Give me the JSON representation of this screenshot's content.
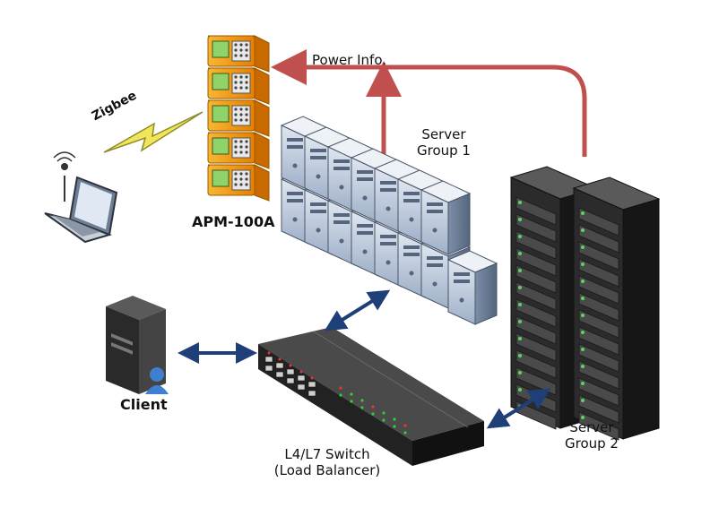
{
  "labels": {
    "power_info": "Power Info.",
    "zigbee": "Zigbee",
    "apm": "APM-100A",
    "server_group1_line1": "Server",
    "server_group1_line2": "Group 1",
    "server_group2_line1": "Server",
    "server_group2_line2": "Group 2",
    "client": "Client",
    "switch_line1": "L4/L7 Switch",
    "switch_line2": "(Load Balancer)"
  },
  "colors": {
    "power_arrow": "#c0504d",
    "link_arrow": "#1f3f78",
    "apm_orange": "#f39c12",
    "zigbee_yellow": "#f2e55c"
  }
}
